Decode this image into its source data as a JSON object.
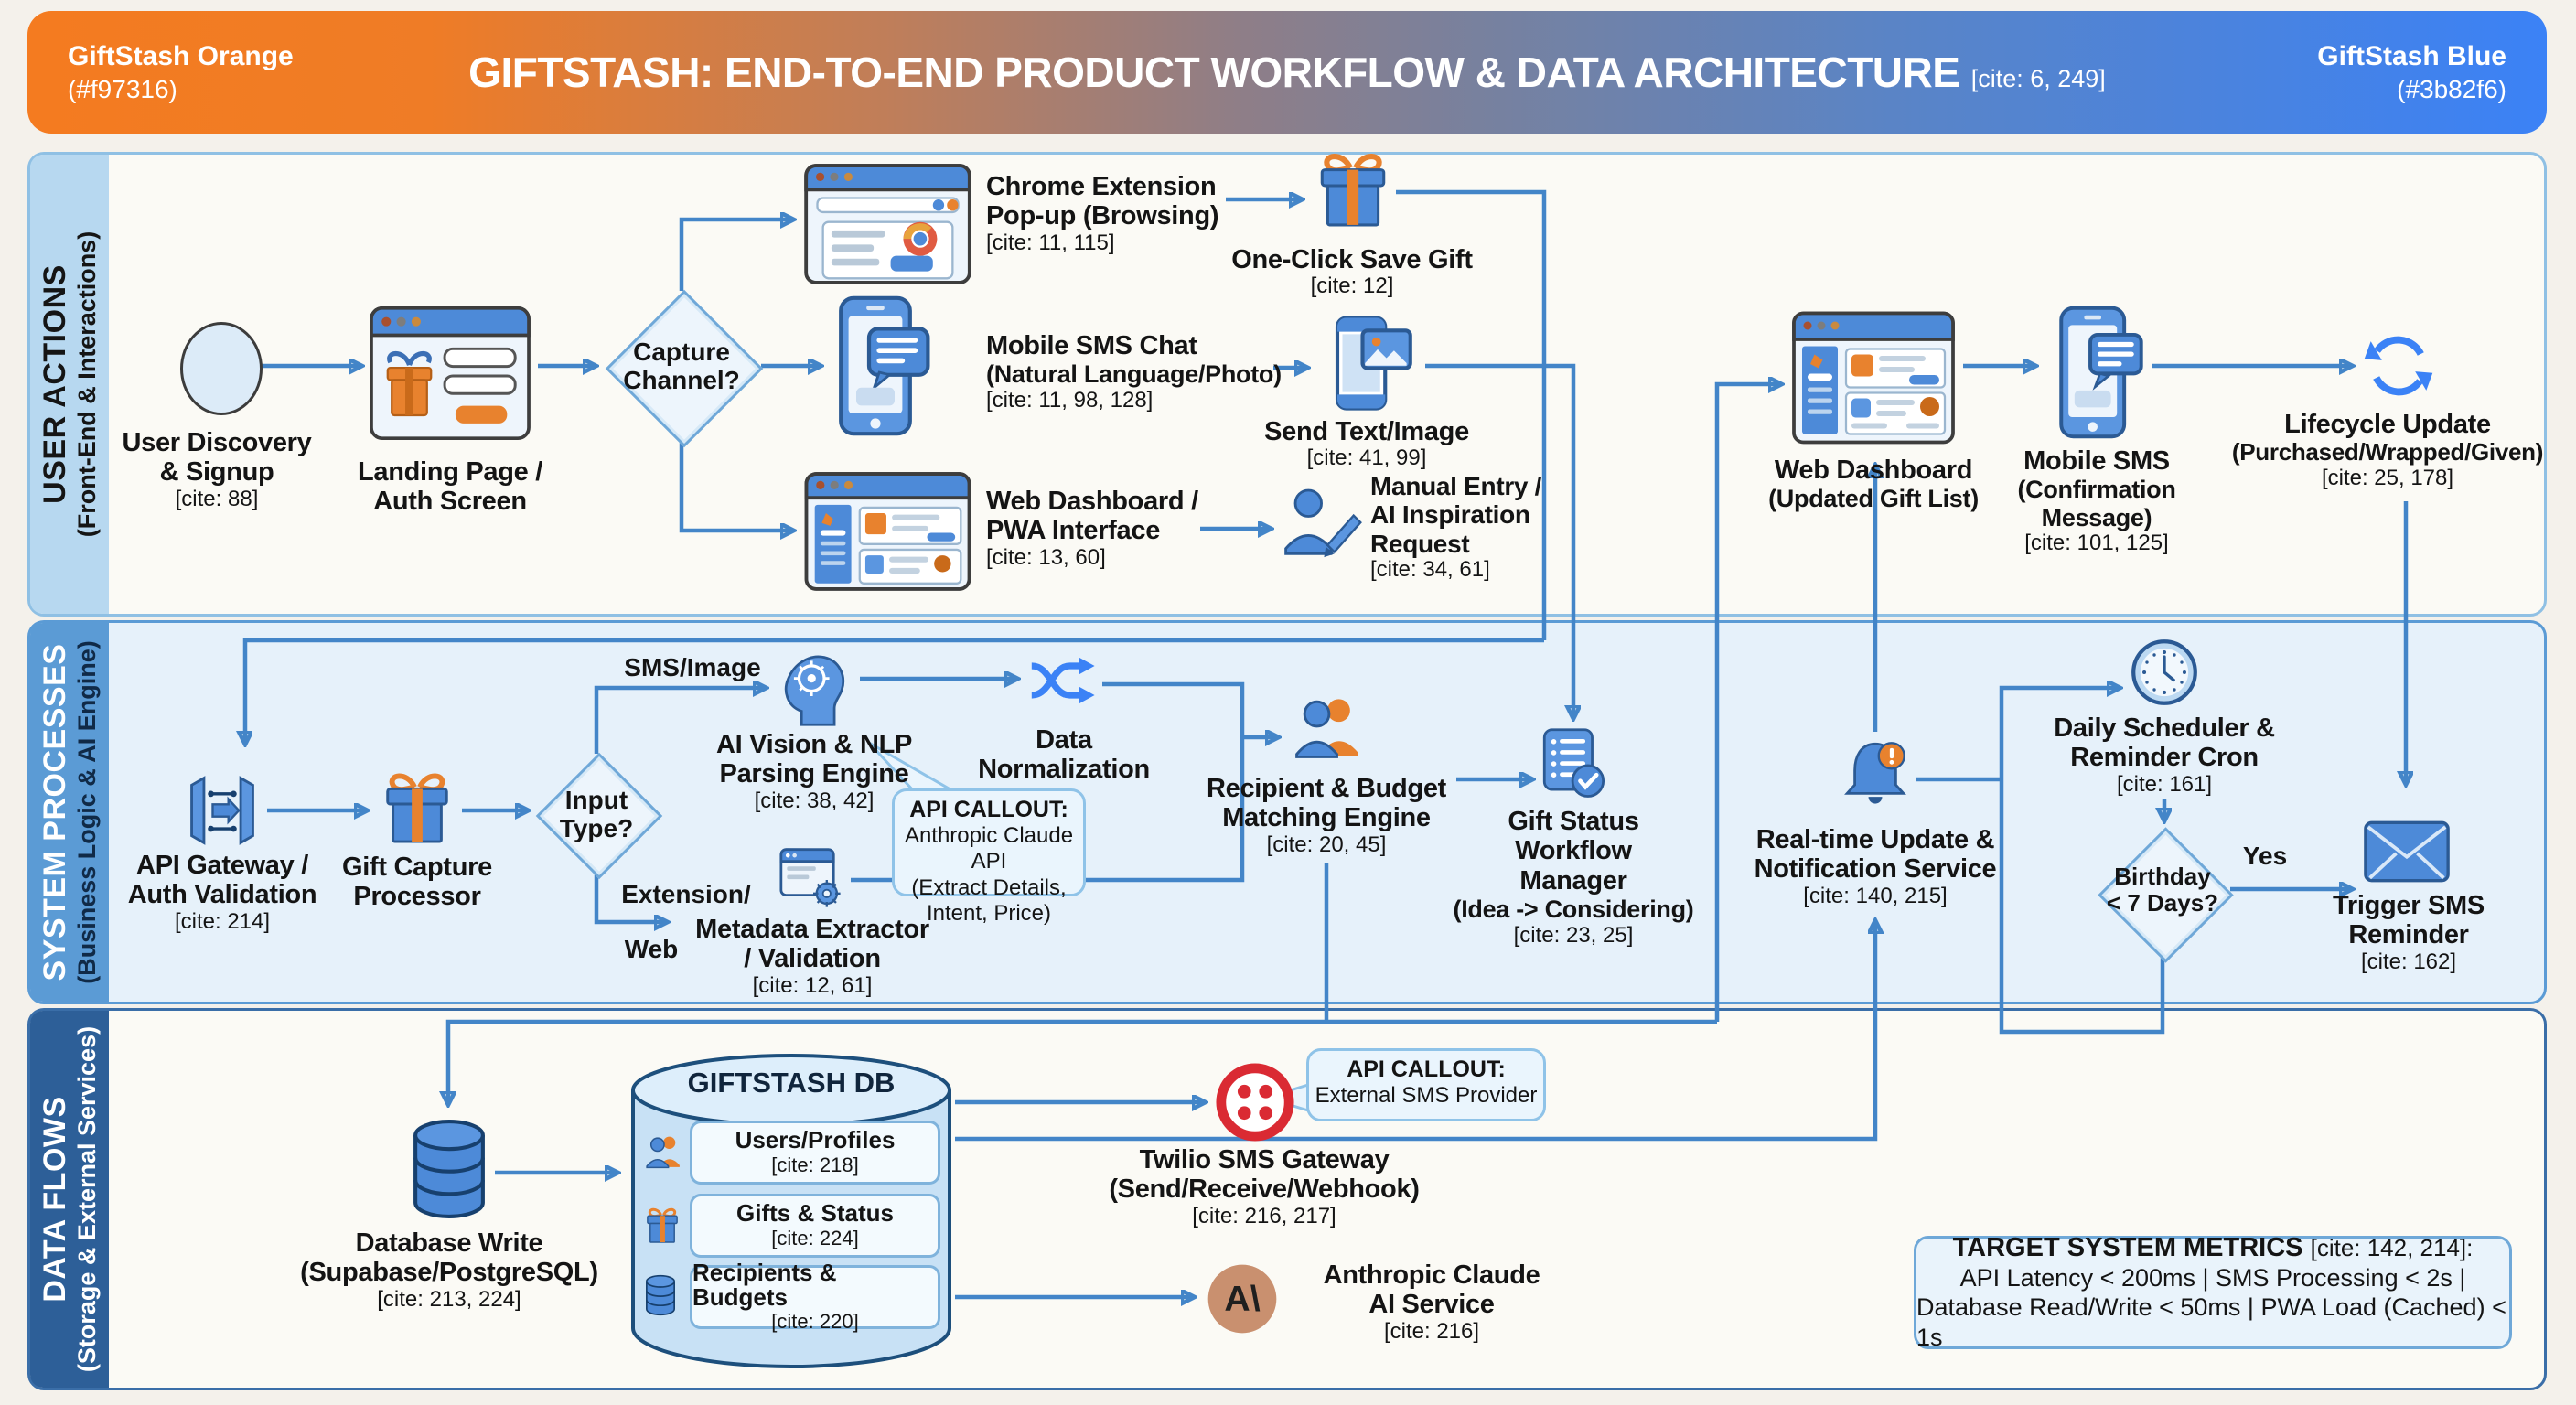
{
  "header": {
    "brand_left_line1": "GiftStash Orange",
    "brand_left_line2": "(#f97316)",
    "title": "GIFTSTASH: END-TO-END PRODUCT WORKFLOW & DATA ARCHITECTURE",
    "title_cite": "[cite: 6, 249]",
    "brand_right_line1": "GiftStash Blue",
    "brand_right_line2": "(#3b82f6)",
    "brand_orange_hex": "#f97316",
    "brand_blue_hex": "#3b82f6"
  },
  "lanes": [
    {
      "name": "USER ACTIONS",
      "sub": "(Front-End & Interactions)"
    },
    {
      "name": "SYSTEM PROCESSES",
      "sub": "(Business Logic & AI Engine)"
    },
    {
      "name": "DATA FLOWS",
      "sub": "(Storage & External Services)"
    }
  ],
  "nodes": {
    "user_discovery": {
      "t1": "User Discovery",
      "t2": "& Signup",
      "cite": "[cite: 88]"
    },
    "landing": {
      "t1": "Landing Page /",
      "t2": "Auth Screen"
    },
    "capture_channel": {
      "t1": "Capture",
      "t2": "Channel?"
    },
    "chrome_ext": {
      "t1": "Chrome Extension",
      "t2": "Pop-up (Browsing)",
      "cite": "[cite: 11, 115]"
    },
    "one_click": {
      "t1": "One-Click Save Gift",
      "cite": "[cite: 12]"
    },
    "sms_chat": {
      "t1": "Mobile SMS Chat",
      "t2": "(Natural Language/Photo)",
      "cite": "[cite: 11, 98, 128]"
    },
    "send_text": {
      "t1": "Send Text/Image",
      "cite": "[cite: 41, 99]"
    },
    "web_dash": {
      "t1": "Web Dashboard /",
      "t2": "PWA Interface",
      "cite": "[cite: 13, 60]"
    },
    "manual_entry": {
      "t1": "Manual Entry /",
      "t2": "AI Inspiration",
      "t3": "Request",
      "cite": "[cite: 34, 61]"
    },
    "web_dash2": {
      "t1": "Web Dashboard",
      "t2": "(Updated Gift List)"
    },
    "sms_confirm": {
      "t1": "Mobile SMS",
      "t2": "(Confirmation",
      "t3": "Message)",
      "cite": "[cite: 101, 125]"
    },
    "lifecycle": {
      "t1": "Lifecycle Update",
      "t2": "(Purchased/Wrapped/Given)",
      "cite": "[cite: 25, 178]"
    },
    "api_gateway": {
      "t1": "API Gateway /",
      "t2": "Auth Validation",
      "cite": "[cite: 214]"
    },
    "gift_capture": {
      "t1": "Gift Capture",
      "t2": "Processor"
    },
    "input_type": {
      "t1": "Input",
      "t2": "Type?"
    },
    "ai_vision": {
      "t1": "AI Vision & NLP",
      "t2": "Parsing Engine",
      "cite": "[cite: 38, 42]"
    },
    "data_norm": {
      "t1": "Data",
      "t2": "Normalization"
    },
    "metadata": {
      "t1": "Metadata Extractor",
      "t2": "/ Validation",
      "cite": "[cite: 12, 61]"
    },
    "recipient": {
      "t1": "Recipient & Budget",
      "t2": "Matching Engine",
      "cite": "[cite: 20, 45]"
    },
    "gift_status": {
      "t1": "Gift Status",
      "t2": "Workflow",
      "t3": "Manager",
      "t4": "(Idea -> Considering)",
      "cite": "[cite: 23, 25]"
    },
    "realtime": {
      "t1": "Real-time Update &",
      "t2": "Notification Service",
      "cite": "[cite: 140, 215]"
    },
    "scheduler": {
      "t1": "Daily Scheduler &",
      "t2": "Reminder Cron",
      "cite": "[cite: 161]"
    },
    "birthday": {
      "t1": "Birthday",
      "t2": "< 7 Days?"
    },
    "trigger_sms": {
      "t1": "Trigger SMS",
      "t2": "Reminder",
      "cite": "[cite: 162]"
    },
    "db_write": {
      "t1": "Database Write",
      "t2": "(Supabase/PostgreSQL)",
      "cite": "[cite: 213, 224]"
    },
    "twilio": {
      "t1": "Twilio SMS Gateway",
      "t2": "(Send/Receive/Webhook)",
      "cite": "[cite: 216, 217]"
    },
    "anthropic": {
      "t1": "Anthropic Claude",
      "t2": "AI Service",
      "cite": "[cite: 216]"
    }
  },
  "giftstash_db": {
    "title": "GIFTSTASH DB",
    "rows": [
      {
        "label": "Users/Profiles",
        "cite": "[cite: 218]",
        "icon": "people-icon"
      },
      {
        "label": "Gifts & Status",
        "cite": "[cite: 224]",
        "icon": "gift-icon"
      },
      {
        "label": "Recipients & Budgets",
        "cite": "[cite: 220]",
        "icon": "database-icon"
      }
    ]
  },
  "callouts": {
    "claude": {
      "t1": "API CALLOUT:",
      "t2": "Anthropic Claude API",
      "t3": "(Extract Details,",
      "t4": "Intent, Price)"
    },
    "sms": {
      "t1": "API CALLOUT:",
      "t2": "External SMS Provider"
    }
  },
  "edge_labels": {
    "sms_image": "SMS/Image",
    "extension": "Extension/",
    "web": "Web",
    "yes": "Yes"
  },
  "metrics": {
    "title": "TARGET SYSTEM METRICS",
    "title_cite": "[cite: 142, 214]:",
    "line1": "API Latency < 200ms | SMS Processing < 2s |",
    "line2": "Database Read/Write < 50ms | PWA Load (Cached) < 1s"
  },
  "colors": {
    "arrow": "#4385c8",
    "node_blue": "#4d8ad8",
    "node_orange": "#e8822e",
    "twilio_red": "#da2a33",
    "anthropic_tan": "#c9906f"
  }
}
